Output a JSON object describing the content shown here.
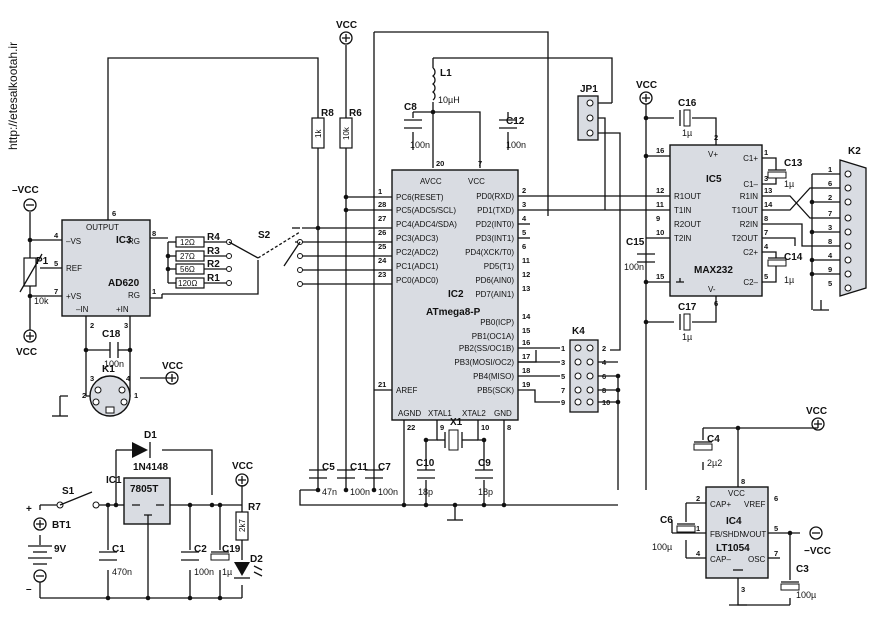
{
  "watermark": "http://etesalkootah.ir",
  "supply": {
    "vcc": "VCC",
    "neg_vcc": "–VCC",
    "neg_vcc2": "−VCC"
  },
  "ic3": {
    "ref": "IC3",
    "part": "AD620",
    "pins": {
      "output": "OUTPUT",
      "neg_vs": "–VS",
      "ref": "REF",
      "pos_vs": "+VS",
      "neg_in": "–IN",
      "pos_in": "+IN",
      "rg": "RG"
    },
    "pin_numbers": [
      "6",
      "4",
      "5",
      "7",
      "2",
      "3",
      "8",
      "1"
    ]
  },
  "ic2": {
    "ref": "IC2",
    "part": "ATmega8-P",
    "top_pins": {
      "avcc": "AVCC",
      "vcc": "VCC",
      "avcc_no": "20",
      "vcc_no": "7"
    },
    "left_pins": [
      {
        "no": "1",
        "name": "PC6(RESET)"
      },
      {
        "no": "28",
        "name": "PC5(ADC5/SCL)"
      },
      {
        "no": "27",
        "name": "PC4(ADC4/SDA)"
      },
      {
        "no": "26",
        "name": "PC3(ADC3)"
      },
      {
        "no": "25",
        "name": "PC2(ADC2)"
      },
      {
        "no": "24",
        "name": "PC1(ADC1)"
      },
      {
        "no": "23",
        "name": "PC0(ADC0)"
      },
      {
        "no": "21",
        "name": "AREF"
      }
    ],
    "right_pins": [
      {
        "no": "2",
        "name": "PD0(RXD)"
      },
      {
        "no": "3",
        "name": "PD1(TXD)"
      },
      {
        "no": "4",
        "name": "PD2(INT0)"
      },
      {
        "no": "5",
        "name": "PD3(INT1)"
      },
      {
        "no": "6",
        "name": "PD4(XCK/T0)"
      },
      {
        "no": "11",
        "name": "PD5(T1)"
      },
      {
        "no": "12",
        "name": "PD6(AIN0)"
      },
      {
        "no": "13",
        "name": "PD7(AIN1)"
      },
      {
        "no": "14",
        "name": "PB0(ICP)"
      },
      {
        "no": "15",
        "name": "PB1(OC1A)"
      },
      {
        "no": "16",
        "name": "PB2(SS/OC1B)"
      },
      {
        "no": "17",
        "name": "PB3(MOSI/OC2)"
      },
      {
        "no": "18",
        "name": "PB4(MISO)"
      },
      {
        "no": "19",
        "name": "PB5(SCK)"
      }
    ],
    "bottom_pins": [
      {
        "no": "22",
        "name": "AGND"
      },
      {
        "no": "9",
        "name": "XTAL1"
      },
      {
        "no": "10",
        "name": "XTAL2"
      },
      {
        "no": "8",
        "name": "GND"
      }
    ]
  },
  "ic5": {
    "ref": "IC5",
    "part": "MAX232",
    "left_pins": [
      {
        "no": "16",
        "name": "V+"
      },
      {
        "no": "12",
        "name": "R1OUT"
      },
      {
        "no": "11",
        "name": "T1IN"
      },
      {
        "no": "9",
        "name": "R2OUT"
      },
      {
        "no": "10",
        "name": "T2IN"
      },
      {
        "no": "15",
        "name": ""
      }
    ],
    "right_pins": [
      {
        "no": "1",
        "name": "C1+"
      },
      {
        "no": "3",
        "name": "C1–"
      },
      {
        "no": "13",
        "name": "R1IN"
      },
      {
        "no": "14",
        "name": "T1OUT"
      },
      {
        "no": "8",
        "name": "R2IN"
      },
      {
        "no": "7",
        "name": "T2OUT"
      },
      {
        "no": "4",
        "name": "C2+"
      },
      {
        "no": "5",
        "name": "C2–"
      }
    ],
    "vplus": "V+",
    "vminus": "V-",
    "pin2": "2",
    "pin6": "6"
  },
  "ic4": {
    "ref": "IC4",
    "part": "LT1054",
    "pins": {
      "vcc": "VCC",
      "cap_p": "CAP+",
      "fb": "FB/SHDN",
      "cap_m": "CAP–",
      "vref": "VREF",
      "vout": "VOUT",
      "osc": "OSC"
    },
    "pin_numbers": {
      "vcc": "8",
      "cap_p": "2",
      "fb": "1",
      "cap_m": "4",
      "vref": "6",
      "vout": "5",
      "osc": "7",
      "gnd": "3"
    }
  },
  "ic1": {
    "ref": "IC1",
    "part": "7805T"
  },
  "resistors": [
    {
      "ref": "R8",
      "value": "1k"
    },
    {
      "ref": "R6",
      "value": "10k"
    },
    {
      "ref": "R7",
      "value": "2k7"
    },
    {
      "ref": "R4",
      "value": "12Ω"
    },
    {
      "ref": "R3",
      "value": "27Ω"
    },
    {
      "ref": "R2",
      "value": "56Ω"
    },
    {
      "ref": "R1",
      "value": "120Ω"
    },
    {
      "ref": "P1",
      "value": "10k"
    }
  ],
  "capacitors": [
    {
      "ref": "C8",
      "value": "100n"
    },
    {
      "ref": "C12",
      "value": "100n"
    },
    {
      "ref": "C16",
      "value": "1µ"
    },
    {
      "ref": "C13",
      "value": "1µ"
    },
    {
      "ref": "C14",
      "value": "1µ"
    },
    {
      "ref": "C15",
      "value": "100n"
    },
    {
      "ref": "C17",
      "value": "1µ"
    },
    {
      "ref": "C18",
      "value": "100n"
    },
    {
      "ref": "C5",
      "value": "47n"
    },
    {
      "ref": "C11",
      "value": "100n"
    },
    {
      "ref": "C7",
      "value": "100n"
    },
    {
      "ref": "C10",
      "value": "18p"
    },
    {
      "ref": "C9",
      "value": "18p"
    },
    {
      "ref": "C1",
      "value": "470n"
    },
    {
      "ref": "C2",
      "value": "100n"
    },
    {
      "ref": "C19",
      "value": "1µ"
    },
    {
      "ref": "C4",
      "value": "2µ2"
    },
    {
      "ref": "C6",
      "value": "100µ"
    },
    {
      "ref": "C3",
      "value": "100µ"
    }
  ],
  "inductor": {
    "ref": "L1",
    "value": "10µH"
  },
  "crystal": {
    "ref": "X1"
  },
  "diodes": {
    "d1_ref": "D1",
    "d1_part": "1N4148",
    "d2_ref": "D2"
  },
  "switches": {
    "s1": "S1",
    "s2": "S2"
  },
  "battery": {
    "ref": "BT1",
    "value": "9V",
    "plus": "+",
    "minus": "–"
  },
  "connectors": {
    "k1": "K1",
    "k2": "K2",
    "k4": "K4",
    "jp1": "JP1",
    "k1_pins": [
      "1",
      "2",
      "3",
      "4"
    ],
    "k2_pins": [
      "1",
      "6",
      "2",
      "7",
      "3",
      "8",
      "4",
      "9",
      "5"
    ],
    "k4_left": [
      "1",
      "3",
      "5",
      "7",
      "9"
    ],
    "k4_right": [
      "2",
      "4",
      "6",
      "8",
      "10"
    ]
  },
  "max232_pin2": "2"
}
